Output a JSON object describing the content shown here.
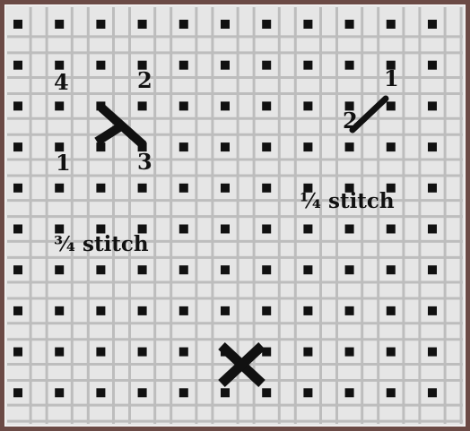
{
  "diagram": {
    "grid_columns": 11,
    "grid_rows": 10,
    "colors": {
      "frame": "#6b4a45",
      "canvas": "#e6e6e6",
      "thread": "#bdbdbd",
      "hole": "#111111",
      "stitch": "#111111"
    },
    "three_quarter": {
      "label": "¾ stitch",
      "numbers": [
        "4",
        "2",
        "1",
        "3"
      ]
    },
    "quarter": {
      "label": "¼ stitch",
      "numbers": [
        "1",
        "2"
      ]
    },
    "full_stitch": {
      "shape": "X"
    }
  }
}
